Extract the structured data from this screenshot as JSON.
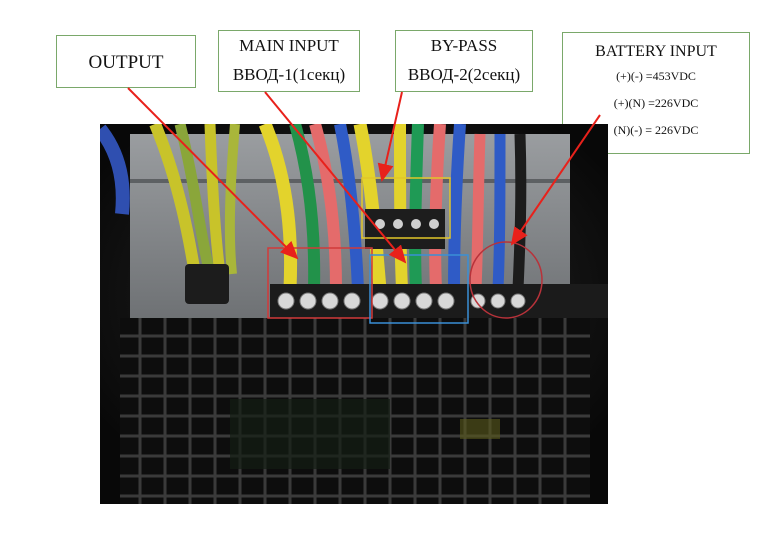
{
  "labels": {
    "output": "OUTPUT",
    "main_input_line1": "MAIN INPUT",
    "main_input_line2": "ВВОД-1(1секц)",
    "bypass_line1": "BY-PASS",
    "bypass_line2": "ВВОД-2(2секц)",
    "battery_title": "BATTERY INPUT",
    "battery_v1": "(+)(-) =453VDC",
    "battery_v2": "(+)(N) =226VDC",
    "battery_v3": "(N)(-) = 226VDC"
  },
  "colors": {
    "arrow": "#e8211b",
    "box_border": "#7aa86a",
    "highlight_output": "#d23a3a",
    "highlight_bypass": "#e1c62a",
    "highlight_main": "#3a8fd6",
    "highlight_battery": "#b8323a"
  }
}
